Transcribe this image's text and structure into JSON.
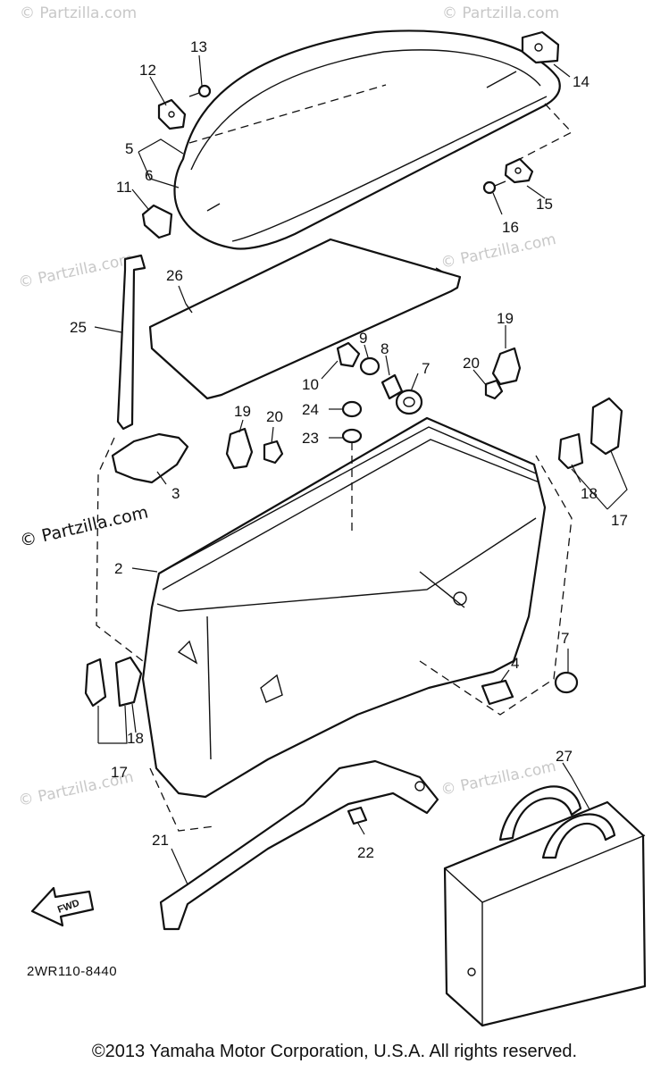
{
  "watermark": "© Partzilla.com",
  "watermark_featured": "© Partzilla.com",
  "diagram_code": "2WR110-8440",
  "direction_label": "FWD",
  "copyright": "©2013  Yamaha Motor Corporation, U.S.A. All rights reserved.",
  "callouts": [
    "13",
    "12",
    "14",
    "5",
    "6",
    "11",
    "15",
    "16",
    "26",
    "25",
    "19",
    "9",
    "8",
    "20",
    "10",
    "7",
    "24",
    "23",
    "19",
    "20",
    "3",
    "18",
    "17",
    "2",
    "7",
    "4",
    "18",
    "17",
    "27",
    "21",
    "22"
  ]
}
